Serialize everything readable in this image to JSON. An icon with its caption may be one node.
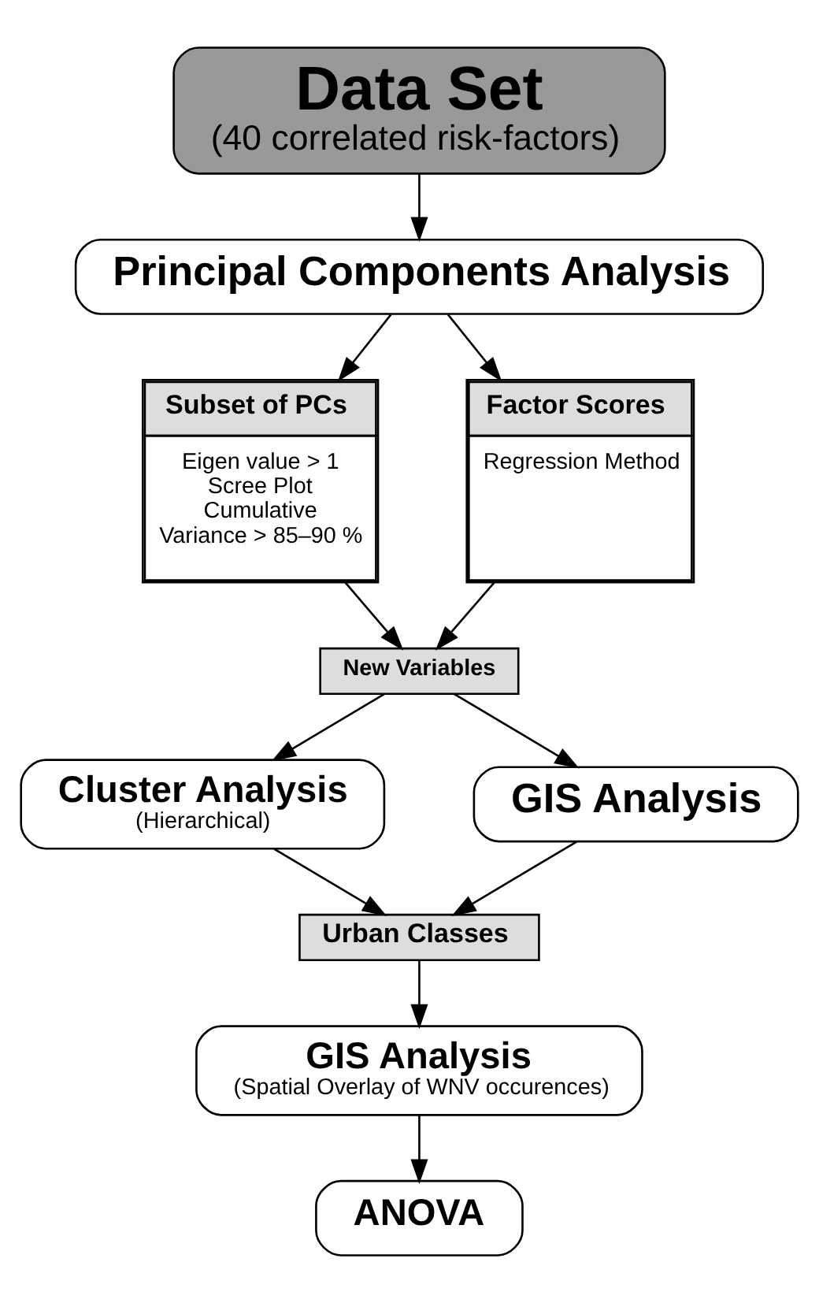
{
  "diagram": {
    "nodes": [
      {
        "text": [
          "Data Set",
          "(40 correlated risk-factors)"
        ]
      },
      {
        "text": [
          "Principal Components Analysis"
        ]
      },
      {
        "text": [
          "Subset of PCs",
          "Eigen value > 1 Scree Plot Cumulative Variance > 85–90 %"
        ]
      },
      {
        "text": [
          "Factor Scores",
          "Regression Method"
        ]
      },
      {
        "text": [
          "New Variables"
        ]
      },
      {
        "text": [
          "Cluster Analysis",
          "(Hierarchical)"
        ]
      },
      {
        "text": [
          "GIS Analysis"
        ]
      },
      {
        "text": [
          "Urban Classes"
        ]
      },
      {
        "text": [
          "GIS Analysis",
          "(Spatial Overlay of WNV occurences)"
        ]
      },
      {
        "text": [
          "ANOVA"
        ]
      }
    ],
    "edges": [
      {
        "from": 0,
        "to": 1,
        "arrow": "to"
      },
      {
        "from": 1,
        "to": 2,
        "arrow": "to"
      },
      {
        "from": 1,
        "to": 3,
        "arrow": "to"
      },
      {
        "from": 2,
        "to": 4,
        "arrow": "to"
      },
      {
        "from": 3,
        "to": 4,
        "arrow": "to"
      },
      {
        "from": 4,
        "to": 5,
        "arrow": "to"
      },
      {
        "from": 4,
        "to": 6,
        "arrow": "to"
      },
      {
        "from": 5,
        "to": 7,
        "arrow": "to"
      },
      {
        "from": 6,
        "to": 7,
        "arrow": "to"
      },
      {
        "from": 7,
        "to": 8,
        "arrow": "to"
      },
      {
        "from": 8,
        "to": 9,
        "arrow": "to"
      }
    ]
  }
}
